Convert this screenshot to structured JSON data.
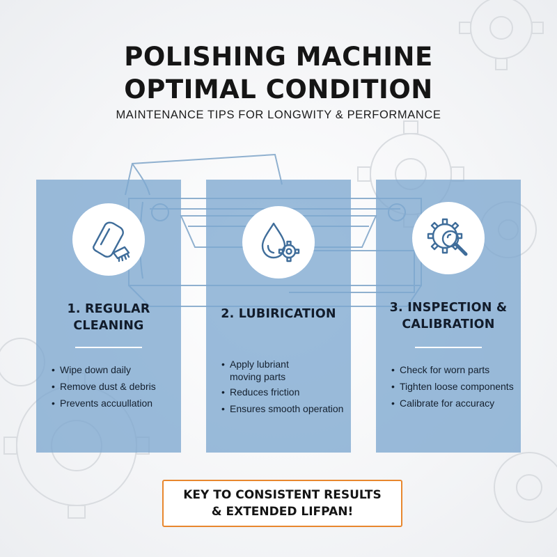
{
  "header": {
    "title_line1": "POLISHING MACHINE",
    "title_line2": "OPTIMAL CONDITION",
    "subtitle": "MAINTENANCE TIPS FOR LONGWITY & PERFORMANCE"
  },
  "cards": [
    {
      "title_line1": "1. REGULAR",
      "title_line2": "CLEANING",
      "icon": "sponge-brush-icon",
      "bullets": [
        "Wipe down daily",
        "Remove dust & debris",
        "Prevents accuullation"
      ]
    },
    {
      "title_line1": "2. LUBIRICATION",
      "title_line2": "",
      "icon": "oil-drop-gear-icon",
      "bullets": [
        "Apply lubriant",
        "moving parts",
        "Reduces friction",
        "Ensures smooth operation"
      ]
    },
    {
      "title_line1": "3. INSPECTION &",
      "title_line2": "CALIBRATION",
      "icon": "gear-magnifier-icon",
      "bullets": [
        "Check for worn parts",
        "Tighten loose components",
        "Calibrate for accuracy"
      ]
    }
  ],
  "footer": {
    "line1": "KEY TO CONSISTENT RESULTS",
    "line2": "& EXTENDED LIFPAN!"
  },
  "colors": {
    "card_fill": "#7ea8d0",
    "icon_stroke": "#3f6d9a",
    "accent_border": "#e8872e",
    "text": "#151515"
  }
}
